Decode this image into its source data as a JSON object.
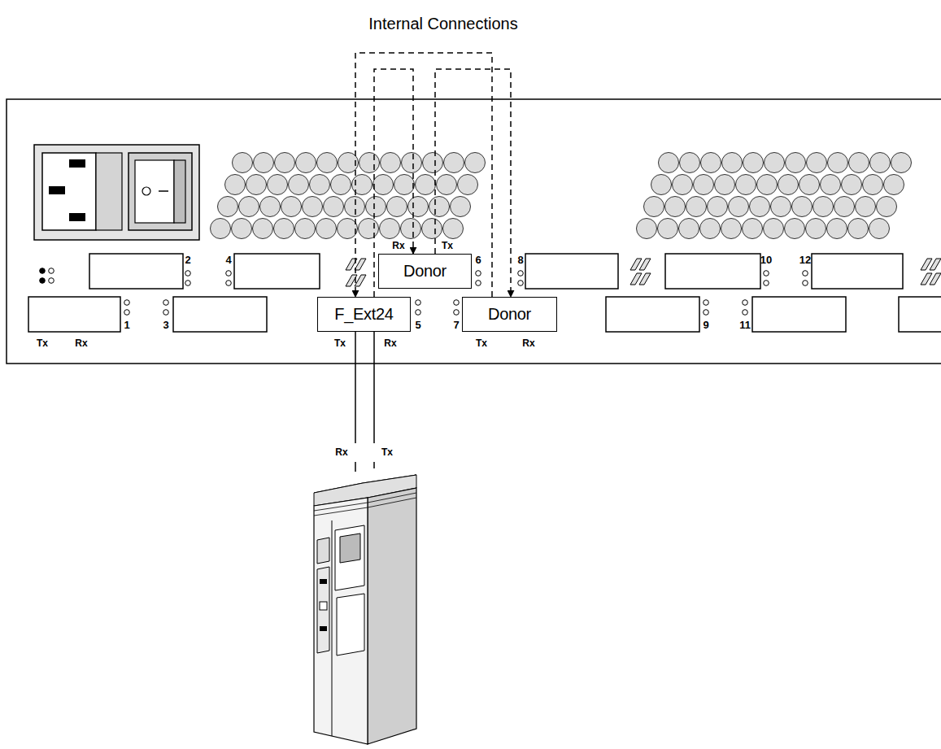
{
  "diagram": {
    "title": "Internal Connections",
    "nodes": [
      {
        "text": [
          "Donor"
        ]
      },
      {
        "text": [
          "F_Ext24"
        ]
      },
      {
        "text": [
          "Donor"
        ]
      }
    ],
    "edges": [
      {
        "from": 1,
        "to": 0,
        "arrow": "to"
      },
      {
        "from": 0,
        "to": 2,
        "arrow": "to"
      },
      {
        "from": 2,
        "to": 1,
        "arrow": "to"
      }
    ],
    "labels": [
      "Rx",
      "Tx",
      "2",
      "4",
      "6",
      "8",
      "10",
      "12",
      "1",
      "3",
      "5",
      "7",
      "9",
      "11",
      "Tx",
      "Rx",
      "Tx",
      "Rx",
      "Tx",
      "Rx",
      "Rx",
      "Tx"
    ]
  }
}
